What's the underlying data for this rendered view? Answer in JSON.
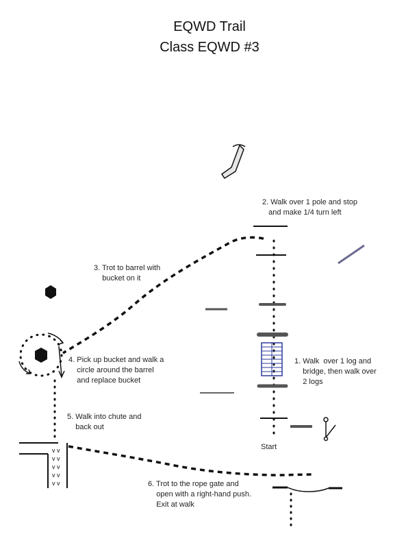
{
  "title": {
    "line1": "EQWD Trail",
    "line2": "Class EQWD #3"
  },
  "steps": {
    "step1": "1. Walk  over 1 log and\n    bridge, then walk over\n    2 logs",
    "step2": "2. Walk over 1 pole and stop\n   and make 1/4 turn left",
    "step3": "3. Trot to barrel with\n    bucket on it",
    "step4": "4. Pick up bucket and walk a\n    circle around the barrel\n    and replace bucket",
    "step5": "5. Walk into chute and\n    back out",
    "step6": "6. Trot to the rope gate and\n    open with a right-hand push.\n    Exit at walk"
  },
  "labels": {
    "start": "Start"
  },
  "colors": {
    "ink": "#111111",
    "bridge": "#2b3a9a",
    "pole": "#6a6a90"
  }
}
